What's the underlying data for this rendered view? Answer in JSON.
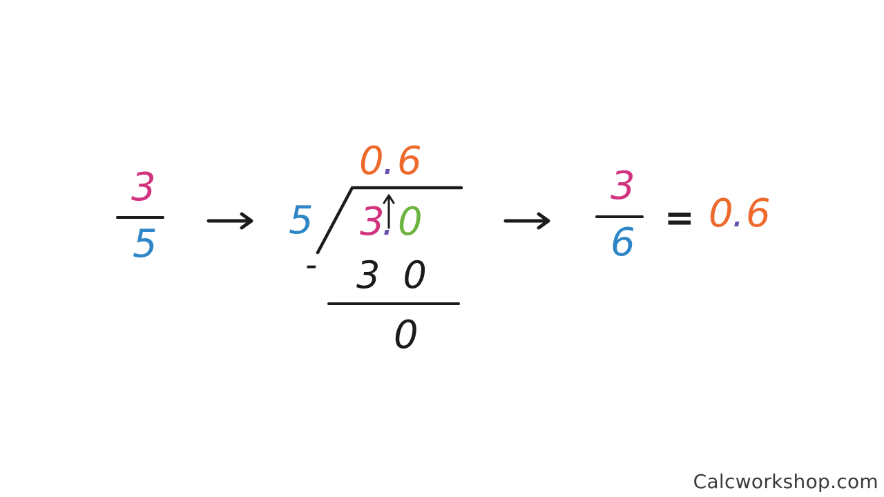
{
  "colors": {
    "ink": "#1b1b1b",
    "numerator": "#d1347e",
    "denominator": "#2e86c7",
    "result": "#ee6a2c",
    "decimal_point": "#6a4fb0",
    "appended_zero": "#6db33f"
  },
  "left_fraction": {
    "numerator": "3",
    "denominator": "5"
  },
  "long_division": {
    "quotient_whole": "0",
    "quotient_point": ".",
    "quotient_tenths": "6",
    "divisor": "5",
    "dividend_whole": "3",
    "dividend_point": ".",
    "dividend_zero": "0",
    "minus_sign": "-",
    "product": "3 0",
    "remainder": "0"
  },
  "right_equation": {
    "numerator": "3",
    "denominator": "6",
    "equals": "=",
    "result_whole": "0",
    "result_point": ".",
    "result_tenths": "6"
  },
  "icons": [
    "arrow-right-icon",
    "arrow-right-icon",
    "arrow-up-icon"
  ],
  "footer": {
    "brand": "Calcworkshop.com"
  }
}
